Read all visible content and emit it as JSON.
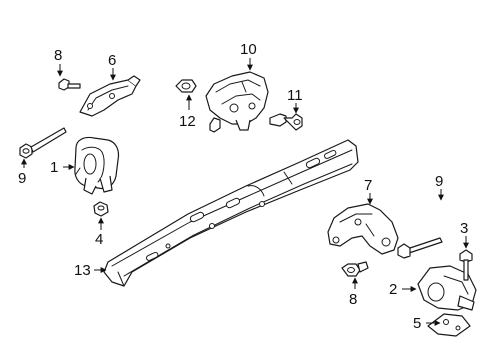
{
  "diagram": {
    "callouts": [
      {
        "id": "c1",
        "label": "1"
      },
      {
        "id": "c2",
        "label": "2"
      },
      {
        "id": "c3",
        "label": "3"
      },
      {
        "id": "c4",
        "label": "4"
      },
      {
        "id": "c5",
        "label": "5"
      },
      {
        "id": "c6",
        "label": "6"
      },
      {
        "id": "c7",
        "label": "7"
      },
      {
        "id": "c8a",
        "label": "8"
      },
      {
        "id": "c8b",
        "label": "8"
      },
      {
        "id": "c9a",
        "label": "9"
      },
      {
        "id": "c9b",
        "label": "9"
      },
      {
        "id": "c10",
        "label": "10"
      },
      {
        "id": "c11",
        "label": "11"
      },
      {
        "id": "c12",
        "label": "12"
      },
      {
        "id": "c13",
        "label": "13"
      }
    ]
  }
}
